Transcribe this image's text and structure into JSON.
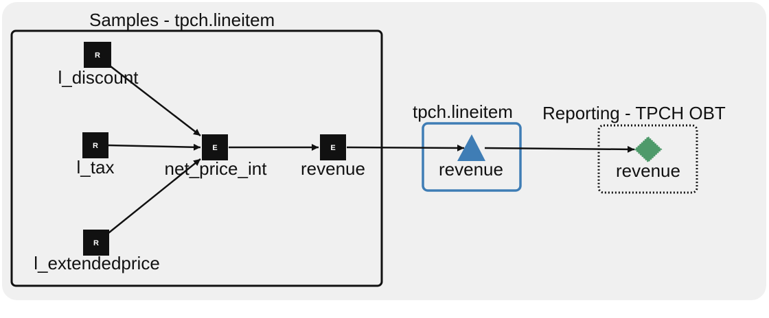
{
  "groups": {
    "samples": {
      "title": "Samples - tpch.lineitem"
    },
    "lineitem": {
      "title": "tpch.lineitem"
    },
    "reporting": {
      "title": "Reporting - TPCH OBT"
    }
  },
  "nodes": {
    "l_discount": {
      "label": "l_discount",
      "badge": "R"
    },
    "l_tax": {
      "label": "l_tax",
      "badge": "R"
    },
    "l_extendedprice": {
      "label": "l_extendedprice",
      "badge": "R"
    },
    "net_price_int": {
      "label": "net_price_int",
      "badge": "E"
    },
    "revenue_samples": {
      "label": "revenue",
      "badge": "E"
    },
    "revenue_lineitem": {
      "label": "revenue"
    },
    "revenue_reporting": {
      "label": "revenue"
    }
  },
  "colors": {
    "canvas": "#f0f0f0",
    "node_box": "#111111",
    "triangle": "#3f7db5",
    "lineitem_border": "#3f7db5",
    "diamond": "#4e9a6a",
    "edge": "#111111"
  },
  "icons": {
    "triangle": "triangle-icon",
    "diamond": "diamond-icon"
  }
}
